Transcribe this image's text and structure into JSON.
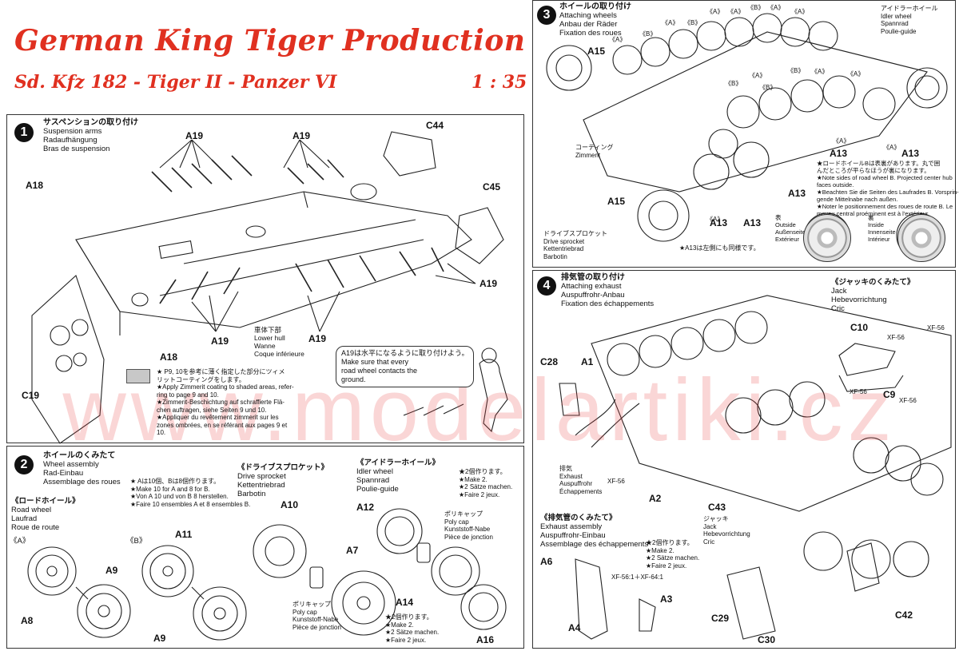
{
  "header": {
    "title": "German King Tiger Production Turret",
    "subtitle": "Sd. Kfz 182 - Tiger II - Panzer VI",
    "scale": "1 : 35"
  },
  "watermark": "www.modelartiki.cz",
  "step1": {
    "number": "1",
    "jp": "サスペンションの取り付け",
    "lines": [
      "Suspension arms",
      "Radaufhängung",
      "Bras de suspension"
    ],
    "parts": {
      "a18_top": "A18",
      "a19_a": "A19",
      "a19_b": "A19",
      "c44": "C44",
      "c45": "C45",
      "a19_c": "A19",
      "a19_d": "A19",
      "a19_e": "A19",
      "a18_bottom": "A18",
      "c19": "C19"
    },
    "hull_label": [
      "車体下部",
      "Lower hull",
      "Wanne",
      "Coque inférieure"
    ],
    "zimmerit_note": [
      "★ P9, 10を参考に薄く指定した部分にツィメ",
      "リットコーティングをします。",
      "★Apply Zimmerit coating to shaded areas, refer-",
      "ring to page 9 and 10.",
      "★Zimmerit-Beschichtung auf schraffierte Flä-",
      "chen auftragen, siehe Seiten 9 und 10.",
      "★Appliquer du revêtement zimmerit sur les",
      "zones ombrées, en se référant aux pages 9 et",
      "10."
    ],
    "balloon": [
      "A19は水平になるように取り付けよう。",
      "Make sure that every",
      "road wheel contacts the",
      "ground."
    ]
  },
  "step2": {
    "number": "2",
    "jp": "ホイールのくみたて",
    "lines": [
      "Wheel assembly",
      "Rad-Einbau",
      "Assemblage des roues"
    ],
    "note": [
      "★ Aは10個、Bは8個作ります。",
      "★Make 10 for A and 8 for B.",
      "★Von A 10 und von B 8 herstellen.",
      "★Faire 10 ensembles A et 8 ensembles B."
    ],
    "road_wheel": [
      "《ロードホイール》",
      "Road wheel",
      "Laufrad",
      "Roue de route"
    ],
    "sprocket": [
      "《ドライブスプロケット》",
      "Drive sprocket",
      "Kettentriebrad",
      "Barbotin"
    ],
    "idler": [
      "《アイドラーホイール》",
      "Idler wheel",
      "Spannrad",
      "Poulie-guide"
    ],
    "make2": [
      "★2個作ります。",
      "★Make 2.",
      "★2 Sätze machen.",
      "★Faire 2 jeux."
    ],
    "polycap": [
      "ポリキャップ",
      "Poly cap",
      "Kunststoff-Nabe",
      "Pièce de jonction"
    ],
    "polycap2": [
      "ポリキャップ",
      "Poly cap",
      "Kunststoff-Nabe",
      "Pièce de jonction"
    ],
    "make2b": [
      "★2個作ります。",
      "★Make 2.",
      "★2 Sätze machen.",
      "★Faire 2 jeux."
    ],
    "variant_a": "《A》",
    "variant_b": "《B》",
    "parts": {
      "a8": "A8",
      "a9a": "A9",
      "a9b": "A9",
      "a11": "A11",
      "a10": "A10",
      "a7": "A7",
      "a12": "A12",
      "a14": "A14",
      "a16": "A16"
    }
  },
  "step3": {
    "number": "3",
    "jp": "ホイールの取り付け",
    "lines": [
      "Attaching wheels",
      "Anbau der Räder",
      "Fixation des roues"
    ],
    "idler_label": [
      "アイドラーホイール",
      "Idler wheel",
      "Spannrad",
      "Poulie-guide"
    ],
    "zimmerit": [
      "コーティング",
      "Zimmerit"
    ],
    "sprocket": [
      "ドライブスプロケット",
      "Drive sprocket",
      "Kettentriebrad",
      "Barbotin"
    ],
    "note_a13": "★A13は左側にも同様です。",
    "side_note": [
      "★ロードホイールBは表裏があります。丸で囲",
      "んだところが平らなほうが裏になります。",
      "★Note sides of road wheel B. Projected center hub",
      "faces outside.",
      "★Beachten Sie die Seiten des Laufrades B. Vorsprin-",
      "gende Mittelnabe nach außen.",
      "★Noter le positionnement des roues de route B. Le",
      "moyeu central proéminent est à l'extérieur."
    ],
    "outside": [
      "表",
      "Outside",
      "Außenseite",
      "Extérieur"
    ],
    "inside": [
      "裏",
      "Inside",
      "Innenseite",
      "Intérieur"
    ],
    "parts": {
      "a15a": "A15",
      "a15b": "A15",
      "a13a": "A13",
      "a13b": "A13",
      "a13c": "A13",
      "a13d": "A13",
      "a13e": "A13"
    },
    "wheel_tags": [
      "《A》",
      "《B》",
      "《A》",
      "《B》",
      "《A》",
      "《A》",
      "《A》",
      "《B》",
      "《A》",
      "《B》",
      "《A》",
      "《B》",
      "《A》",
      "《A》",
      "《B》",
      "《A》",
      "《A》",
      "《A》"
    ]
  },
  "step4": {
    "number": "4",
    "jp": "排気管の取り付け",
    "lines": [
      "Attaching exhaust",
      "Auspuffrohr-Anbau",
      "Fixation des échappements"
    ],
    "jack": [
      "《ジャッキのくみたて》",
      "Jack",
      "Hebevorrichtung",
      "Cric"
    ],
    "exhaust_asm": [
      "《排気管のくみたて》",
      "Exhaust assembly",
      "Auspuffrohr-Einbau",
      "Assemblage des échappements"
    ],
    "exhaust": [
      "排気",
      "Exhaust",
      "Auspuffrohr",
      "Échappements"
    ],
    "jack2": [
      "ジャッキ",
      "Jack",
      "Hebevorrichtung",
      "Cric"
    ],
    "make2": [
      "★2個作ります。",
      "★Make 2.",
      "★2 Sätze machen.",
      "★Faire 2 jeux."
    ],
    "xf": [
      "XF-56",
      "XF-56",
      "XF-56",
      "XF-56",
      "XF-56"
    ],
    "mix": "XF-56:1＋XF-64:1",
    "parts": {
      "c28": "C28",
      "a1": "A1",
      "c10": "C10",
      "c9": "C9",
      "a2": "A2",
      "c43": "C43",
      "a6": "A6",
      "a3": "A3",
      "a4": "A4",
      "c29": "C29",
      "c30": "C30",
      "c42": "C42"
    }
  }
}
